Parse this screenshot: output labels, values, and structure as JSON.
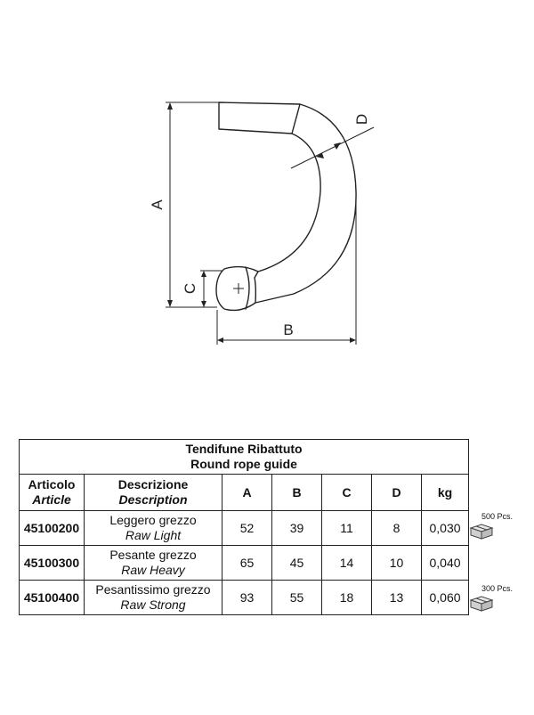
{
  "drawing": {
    "dim_a": "A",
    "dim_b": "B",
    "dim_c": "C",
    "dim_d": "D"
  },
  "table": {
    "title_it": "Tendifune Ribattuto",
    "title_en": "Round rope guide",
    "headers": {
      "article_it": "Articolo",
      "article_en": "Article",
      "description_it": "Descrizione",
      "description_en": "Description",
      "a": "A",
      "b": "B",
      "c": "C",
      "d": "D",
      "kg": "kg"
    },
    "rows": [
      {
        "article": "45100200",
        "desc_it": "Leggero grezzo",
        "desc_en": "Raw Light",
        "a": "52",
        "b": "39",
        "c": "11",
        "d": "8",
        "kg": "0,030"
      },
      {
        "article": "45100300",
        "desc_it": "Pesante grezzo",
        "desc_en": "Raw Heavy",
        "a": "65",
        "b": "45",
        "c": "14",
        "d": "10",
        "kg": "0,040"
      },
      {
        "article": "45100400",
        "desc_it": "Pesantissimo grezzo",
        "desc_en": "Raw Strong",
        "a": "93",
        "b": "55",
        "c": "18",
        "d": "13",
        "kg": "0,060"
      }
    ]
  },
  "packaging": [
    {
      "label": "500 Pcs.",
      "icon": "box-icon"
    },
    {
      "label": "300 Pcs.",
      "icon": "box-icon"
    }
  ]
}
